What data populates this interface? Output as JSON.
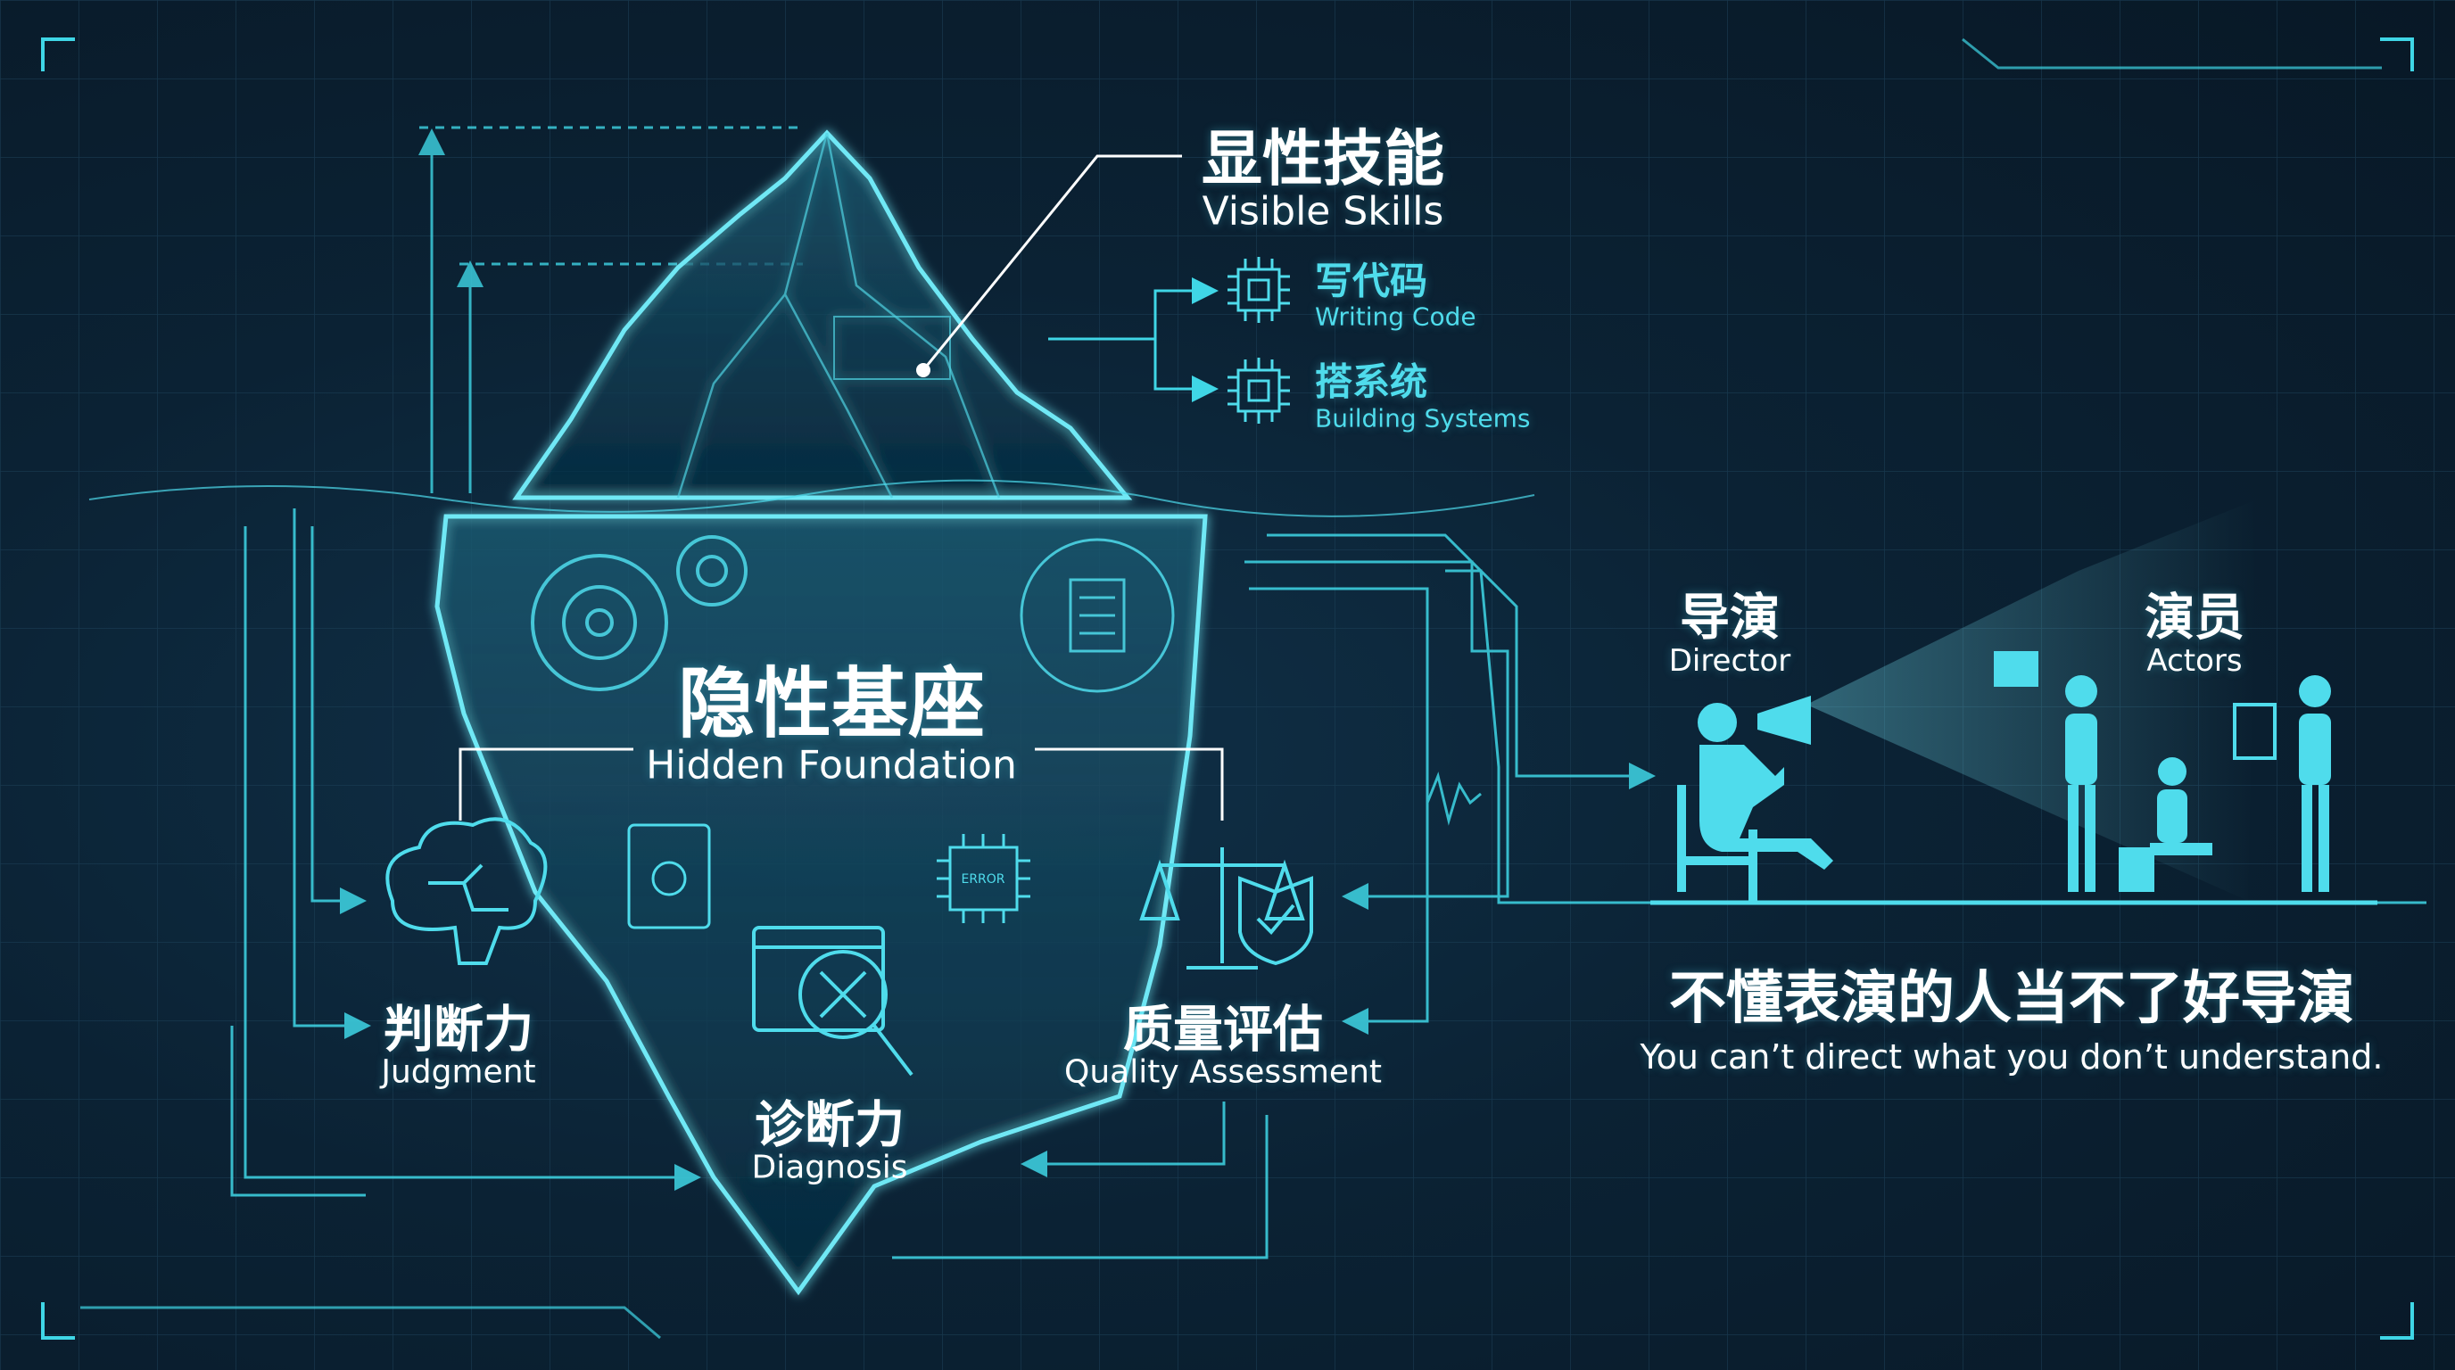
{
  "colors": {
    "background": "#0b2234",
    "accent": "#3fd6e6",
    "text": "#ffffff"
  },
  "visible": {
    "title_zh": "显性技能",
    "title_en": "Visible Skills",
    "items": [
      {
        "zh": "写代码",
        "en": "Writing Code",
        "icon": "chip-icon"
      },
      {
        "zh": "搭系统",
        "en": "Building Systems",
        "icon": "chip-icon"
      }
    ]
  },
  "hidden": {
    "title_zh": "隐性基座",
    "title_en": "Hidden Foundation",
    "items": [
      {
        "zh": "判断力",
        "en": "Judgment",
        "icon": "brain-icon"
      },
      {
        "zh": "诊断力",
        "en": "Diagnosis",
        "icon": "magnifier-tools-icon"
      },
      {
        "zh": "质量评估",
        "en": "Quality Assessment",
        "icon": "scale-shield-icon"
      }
    ],
    "chip_label": "ERROR"
  },
  "scene": {
    "director_zh": "导演",
    "director_en": "Director",
    "actors_zh": "演员",
    "actors_en": "Actors",
    "slogan_zh": "不懂表演的人当不了好导演",
    "slogan_en": "You can’t direct what you don’t understand."
  }
}
